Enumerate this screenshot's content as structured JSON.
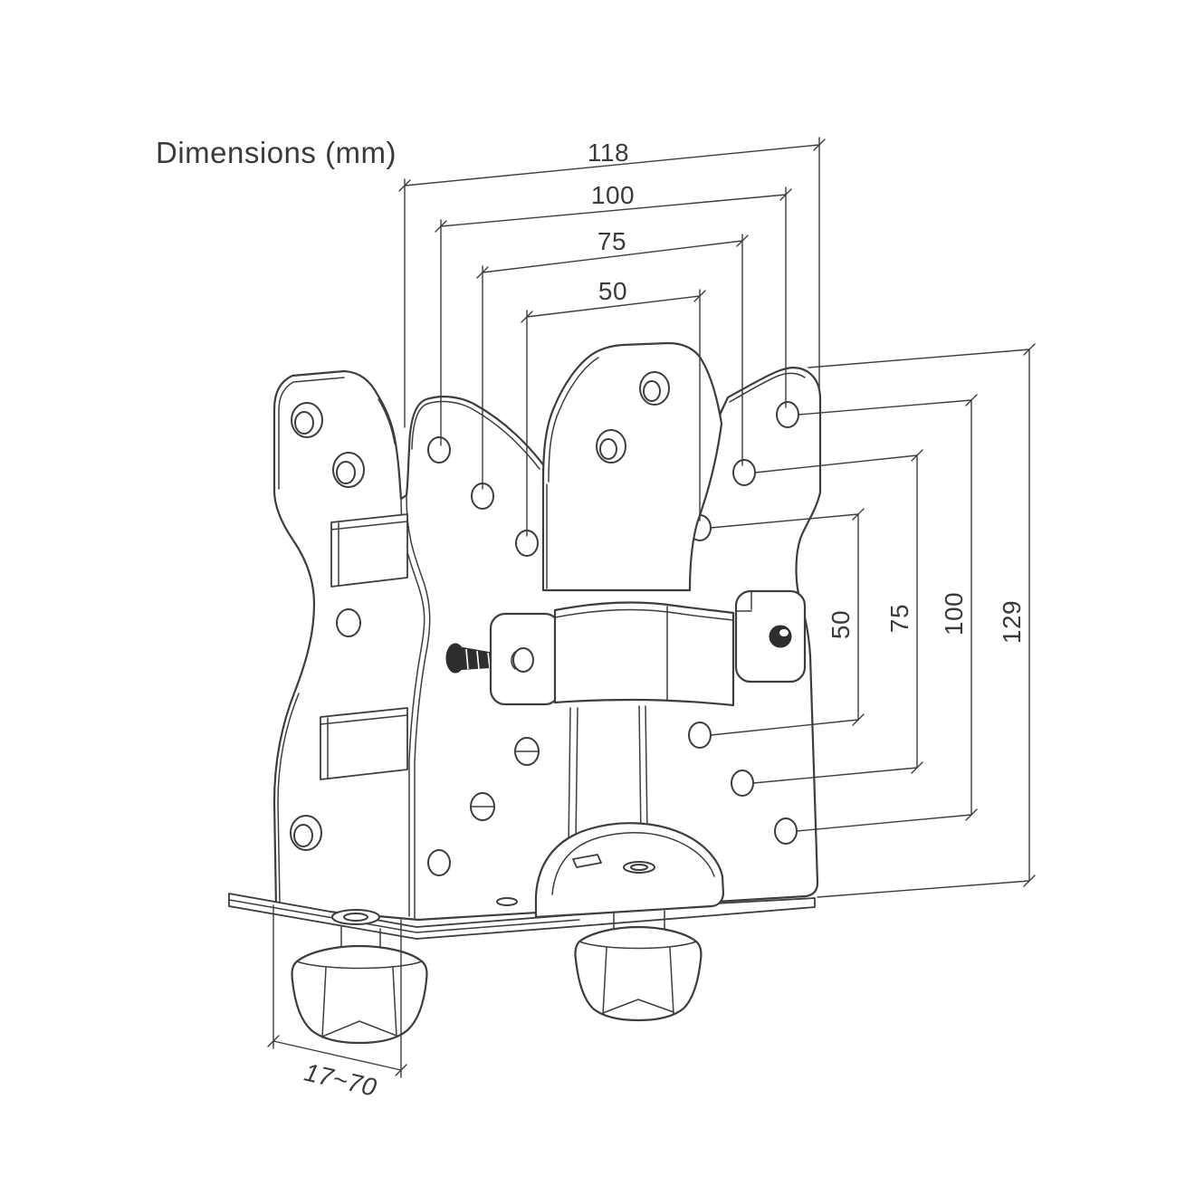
{
  "title": "Dimensions (mm)",
  "colors": {
    "line": "#3d3d3d",
    "text": "#3a3a3a",
    "background": "#ffffff"
  },
  "dims": {
    "top": [
      "118",
      "100",
      "75",
      "50"
    ],
    "right": [
      "50",
      "75",
      "100",
      "129"
    ],
    "bottom": [
      "17~70"
    ]
  }
}
